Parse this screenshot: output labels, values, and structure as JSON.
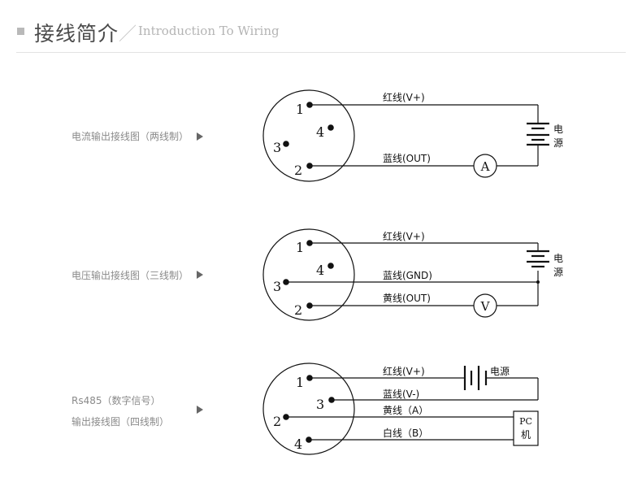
{
  "header": {
    "title": "接线简介",
    "slash": "／",
    "subtitle": "Introduction To Wiring"
  },
  "sections": [
    {
      "label": "电流输出接线图（两线制）",
      "pins": [
        "1",
        "4",
        "3",
        "2"
      ],
      "wire_labels": [
        "红线(V+)",
        "蓝线(OUT)"
      ],
      "meter": "A",
      "source": [
        "电",
        "源"
      ]
    },
    {
      "label": "电压输出接线图（三线制）",
      "pins": [
        "1",
        "4",
        "3",
        "2"
      ],
      "wire_labels": [
        "红线(V+)",
        "蓝线(GND)",
        "黄线(OUT)"
      ],
      "meter": "V",
      "source": [
        "电",
        "源"
      ]
    },
    {
      "label_line1": "Rs485（数字信号）",
      "label_line2": "输出接线图（四线制）",
      "pins": [
        "1",
        "3",
        "2",
        "4"
      ],
      "wire_labels": [
        "红线(V+)",
        "蓝线(V-)",
        "黄线（A）",
        "白线（B）"
      ],
      "source": "电源",
      "pc_line1": "PC",
      "pc_line2": "机"
    }
  ],
  "colors": {
    "line": "#111111",
    "label_gray": "#8a8a8a",
    "title_gray": "#4a4a4a"
  }
}
